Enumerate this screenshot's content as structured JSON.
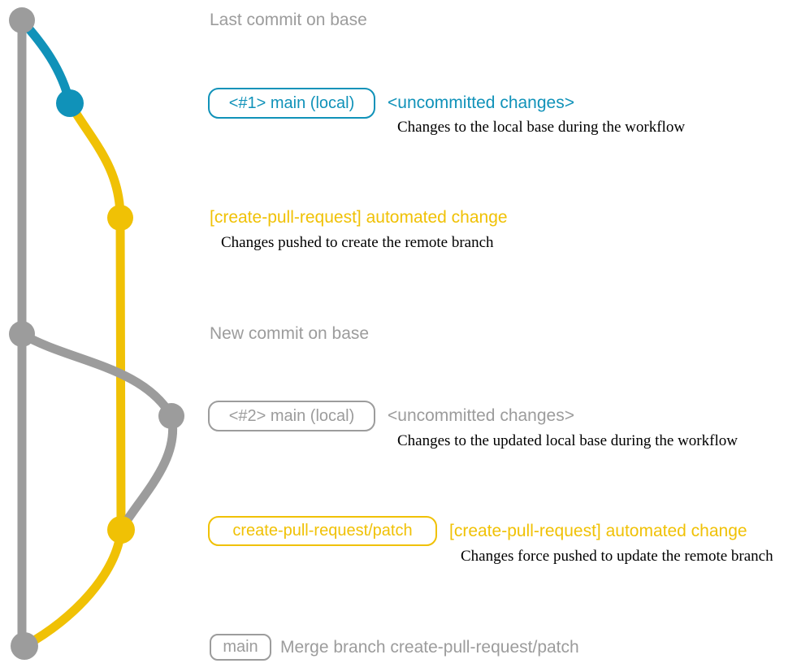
{
  "colors": {
    "blue": "#1092b9",
    "yellow": "#f0c105",
    "gray": "#9c9c9c",
    "description_text": "#000000",
    "background": "#ffffff"
  },
  "diagram": {
    "type": "git-branch-graph",
    "branches": [
      {
        "name": "base",
        "color": "gray"
      },
      {
        "name": "main (local)",
        "color": "blue-then-gray"
      },
      {
        "name": "create-pull-request/patch",
        "color": "yellow"
      }
    ],
    "nodes": [
      {
        "name": "last-commit-on-base",
        "color": "gray"
      },
      {
        "name": "uncommitted-changes-1",
        "color": "blue"
      },
      {
        "name": "automated-change-commit-1",
        "color": "yellow"
      },
      {
        "name": "new-commit-on-base",
        "color": "gray"
      },
      {
        "name": "uncommitted-changes-2",
        "color": "gray"
      },
      {
        "name": "automated-change-commit-2",
        "color": "yellow"
      },
      {
        "name": "merge-commit",
        "color": "gray"
      }
    ]
  },
  "rows": {
    "r1": {
      "note": "Last commit on base"
    },
    "r2": {
      "badge": "<#1> main (local)",
      "heading": "<uncommitted changes>",
      "description": "Changes to the local base during the workflow"
    },
    "r3": {
      "heading": "[create-pull-request] automated change",
      "description": "Changes pushed to create the remote branch"
    },
    "r4": {
      "note": "New commit on base"
    },
    "r5": {
      "badge": "<#2> main (local)",
      "heading": "<uncommitted changes>",
      "description": "Changes to the updated local base during the workflow"
    },
    "r6": {
      "badge": "create-pull-request/patch",
      "heading": "[create-pull-request] automated change",
      "description": "Changes force pushed to update the remote branch"
    },
    "r7": {
      "badge": "main",
      "note": "Merge branch create-pull-request/patch"
    }
  }
}
